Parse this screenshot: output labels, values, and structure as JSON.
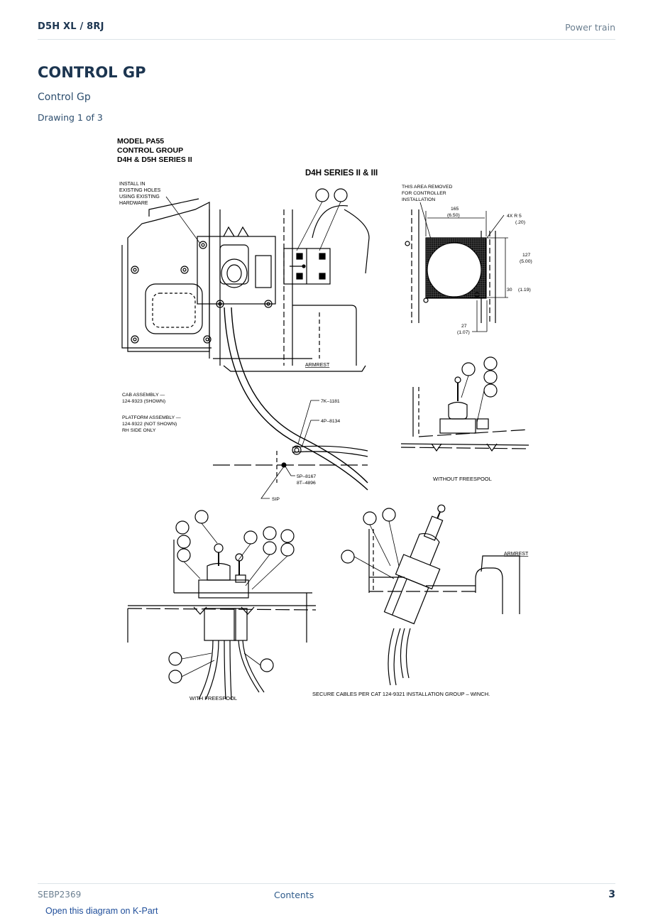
{
  "header": {
    "model": "D5H XL  /  8RJ",
    "section": "Power train"
  },
  "page": {
    "title": "CONTROL GP",
    "subtitle": "Control Gp",
    "drawing_label": "Drawing 1 of 3"
  },
  "diagram": {
    "model_block": [
      "MODEL PA55",
      "CONTROL GROUP",
      "D4H & D5H SERIES II"
    ],
    "series_title": "D4H SERIES II & III",
    "install_note": [
      "INSTALL IN",
      "EXISTING HOLES",
      "USING EXISTING",
      "HARDWARE"
    ],
    "area_removed_note": [
      "THIS AREA REMOVED",
      "FOR CONTROLLER",
      "INSTALLATION"
    ],
    "dim_width": [
      "165",
      "(6.50)"
    ],
    "dim_radius": [
      "4X R 5",
      "(.20)"
    ],
    "dim_height": [
      "127",
      "(5.00)"
    ],
    "dim_offset": [
      "30",
      "(1.19)"
    ],
    "dim_bottom": [
      "27",
      "(1.07)"
    ],
    "armrest_label": "ARMREST",
    "cab_assembly": [
      "CAB ASSEMBLY —",
      "124-9323 (SHOWN)"
    ],
    "platform_assembly": [
      "PLATFORM ASSEMBLY —",
      "124-9322 (NOT SHOWN)",
      "RH SIDE ONLY"
    ],
    "part_7k": "7K–1181",
    "part_4p": "4P–8134",
    "part_5p": [
      "5P–8167",
      "8T–4896"
    ],
    "sip_label": "SIP",
    "without_freespool": "WITHOUT FREESPOOL",
    "with_freespool": "WITH FREESPOOL",
    "armrest_label_2": "ARMREST",
    "secure_cables_note": "SECURE CABLES PER CAT 124-9321 INSTALLATION GROUP – WINCH."
  },
  "footer": {
    "doc_id": "SEBP2369",
    "contents_link": "Contents",
    "page_number": "3"
  },
  "kpart_link": "Open this diagram on K-Part"
}
